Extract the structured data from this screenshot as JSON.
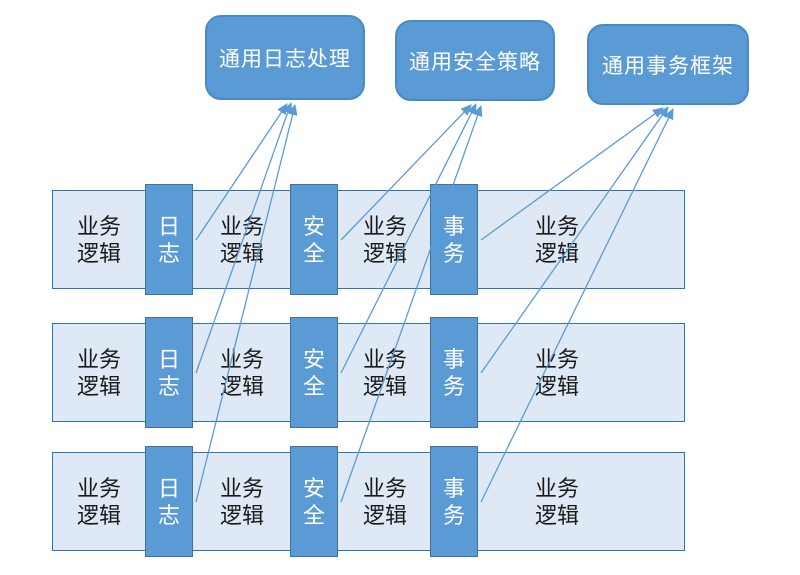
{
  "colors": {
    "box_fill": "#5B9BD5",
    "box_border": "#4A8AC4",
    "lane_fill": "#DEE9F5",
    "lane_border": "#2E75B6",
    "aspect_fill": "#5B9BD5",
    "aspect_border": "#41719C",
    "arrow": "#5B9BD5",
    "text_dark": "#1a1a1a",
    "text_light": "#ffffff"
  },
  "top_boxes": [
    {
      "id": "log",
      "label": "通用日志处理"
    },
    {
      "id": "security",
      "label": "通用安全策略"
    },
    {
      "id": "transaction",
      "label": "通用事务框架"
    }
  ],
  "rows": [
    {
      "cells": [
        {
          "type": "business",
          "label": "业务\n逻辑"
        },
        {
          "type": "aspect",
          "label": "日志"
        },
        {
          "type": "business",
          "label": "业务\n逻辑"
        },
        {
          "type": "aspect",
          "label": "安全"
        },
        {
          "type": "business",
          "label": "业务\n逻辑"
        },
        {
          "type": "aspect",
          "label": "事务"
        },
        {
          "type": "business",
          "label": "业务\n逻辑"
        }
      ]
    },
    {
      "cells": [
        {
          "type": "business",
          "label": "业务\n逻辑"
        },
        {
          "type": "aspect",
          "label": "日志"
        },
        {
          "type": "business",
          "label": "业务\n逻辑"
        },
        {
          "type": "aspect",
          "label": "安全"
        },
        {
          "type": "business",
          "label": "业务\n逻辑"
        },
        {
          "type": "aspect",
          "label": "事务"
        },
        {
          "type": "business",
          "label": "业务\n逻辑"
        }
      ]
    },
    {
      "cells": [
        {
          "type": "business",
          "label": "业务\n逻辑"
        },
        {
          "type": "aspect",
          "label": "日志"
        },
        {
          "type": "business",
          "label": "业务\n逻辑"
        },
        {
          "type": "aspect",
          "label": "安全"
        },
        {
          "type": "business",
          "label": "业务\n逻辑"
        },
        {
          "type": "aspect",
          "label": "事务"
        },
        {
          "type": "business",
          "label": "业务\n逻辑"
        }
      ]
    }
  ],
  "connections": [
    {
      "from": "row-1 日志",
      "to": "通用日志处理"
    },
    {
      "from": "row-2 日志",
      "to": "通用日志处理"
    },
    {
      "from": "row-3 日志",
      "to": "通用日志处理"
    },
    {
      "from": "row-1 安全",
      "to": "通用安全策略"
    },
    {
      "from": "row-2 安全",
      "to": "通用安全策略"
    },
    {
      "from": "row-3 安全",
      "to": "通用安全策略"
    },
    {
      "from": "row-1 事务",
      "to": "通用事务框架"
    },
    {
      "from": "row-2 事务",
      "to": "通用事务框架"
    },
    {
      "from": "row-3 事务",
      "to": "通用事务框架"
    }
  ]
}
